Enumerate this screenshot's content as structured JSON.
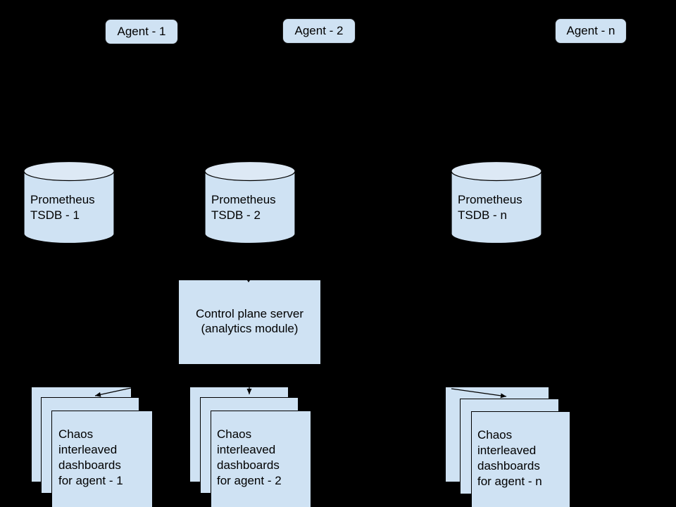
{
  "diagram": {
    "background": "#000000",
    "shape_fill": "#cfe2f3",
    "cylinder_top_fill": "#dde9f5",
    "stroke": "#000000",
    "arrow_color": "#000000"
  },
  "agents": [
    {
      "label": "Agent - 1"
    },
    {
      "label": "Agent - 2"
    },
    {
      "label": "Agent - n"
    }
  ],
  "tsdbs": [
    {
      "line1": "Prometheus",
      "line2": "TSDB - 1"
    },
    {
      "line1": "Prometheus",
      "line2": "TSDB - 2"
    },
    {
      "line1": "Prometheus",
      "line2": "TSDB - n"
    }
  ],
  "control_plane": {
    "line1": "Control plane server",
    "line2": "(analytics module)"
  },
  "dashboard_stacks": [
    {
      "line1": "Chaos",
      "line2": "interleaved",
      "line3": "dashboards",
      "line4": "for agent - 1"
    },
    {
      "line1": "Chaos",
      "line2": "interleaved",
      "line3": "dashboards",
      "line4": "for agent - 2"
    },
    {
      "line1": "Chaos",
      "line2": "interleaved",
      "line3": "dashboards",
      "line4": "for agent - n"
    }
  ]
}
